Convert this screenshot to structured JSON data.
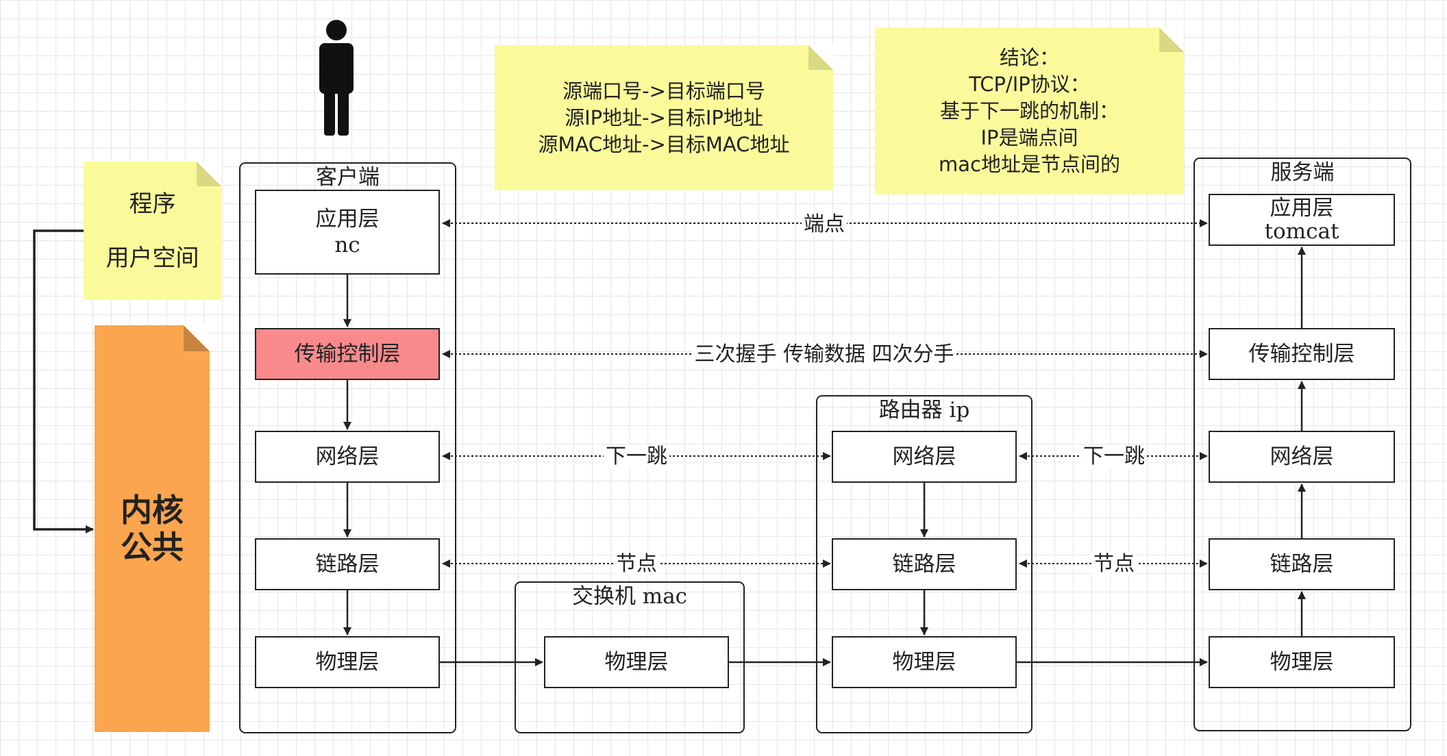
{
  "notes": {
    "address": {
      "lines": [
        "源端口号->目标端口号",
        "源IP地址->目标IP地址",
        "源MAC地址->目标MAC地址"
      ]
    },
    "conclusion": {
      "lines": [
        "结论：",
        "TCP/IP协议：",
        "基于下一跳的机制：",
        "IP是端点间",
        "mac地址是节点间的"
      ]
    },
    "user_space": {
      "lines": [
        "程序",
        "用户空间"
      ]
    },
    "kernel": {
      "lines": [
        "内核",
        "公共"
      ]
    }
  },
  "client": {
    "title": "客户端",
    "app_layer": {
      "name": "应用层",
      "sub": "nc"
    },
    "transport": "传输控制层",
    "network": "网络层",
    "link": "链路层",
    "physical": "物理层"
  },
  "switch": {
    "title": "交换机  mac",
    "physical": "物理层"
  },
  "router": {
    "title": "路由器  ip",
    "network": "网络层",
    "link": "链路层",
    "physical": "物理层"
  },
  "server": {
    "title": "服务端",
    "app_layer": {
      "name": "应用层",
      "sub": "tomcat"
    },
    "transport": "传输控制层",
    "network": "网络层",
    "link": "链路层",
    "physical": "物理层"
  },
  "edges": {
    "endpoint": "端点",
    "handshake": "三次握手 传输数据 四次分手",
    "next_hop_1": "下一跳",
    "next_hop_2": "下一跳",
    "node_1": "节点",
    "node_2": "节点"
  },
  "colors": {
    "note_yellow": "#fbfa9b",
    "note_fold": "#d9d983",
    "kernel_orange": "#fba54f",
    "kernel_fold": "#c9843f",
    "transport_highlight": "#f98a8c"
  },
  "icons": {
    "user": "person-icon"
  }
}
